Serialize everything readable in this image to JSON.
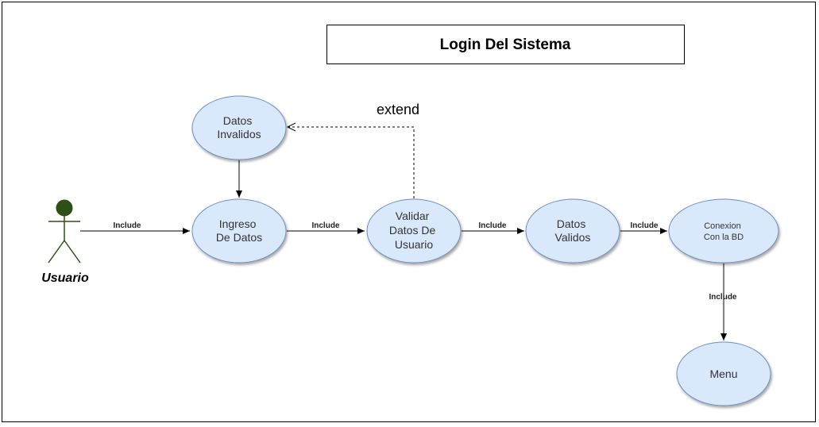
{
  "title": "Login Del Sistema",
  "actor": {
    "name": "Usuario"
  },
  "use_cases": {
    "datos_invalidos": [
      "Datos",
      "Invalidos"
    ],
    "ingreso_datos": [
      "Ingreso",
      "De Datos"
    ],
    "validar_datos": [
      "Validar",
      "Datos De",
      "Usuario"
    ],
    "datos_validos": [
      "Datos",
      "Validos"
    ],
    "conexion_bd": [
      "Conexion",
      "Con la BD"
    ],
    "menu": [
      "Menu"
    ]
  },
  "relations": {
    "include_label": "Include",
    "extend_label": "extend"
  },
  "colors": {
    "usecase_fill": "#dae8fc",
    "usecase_stroke": "#6c8ebf",
    "actor_color": "#2d5016",
    "line": "#000000"
  }
}
